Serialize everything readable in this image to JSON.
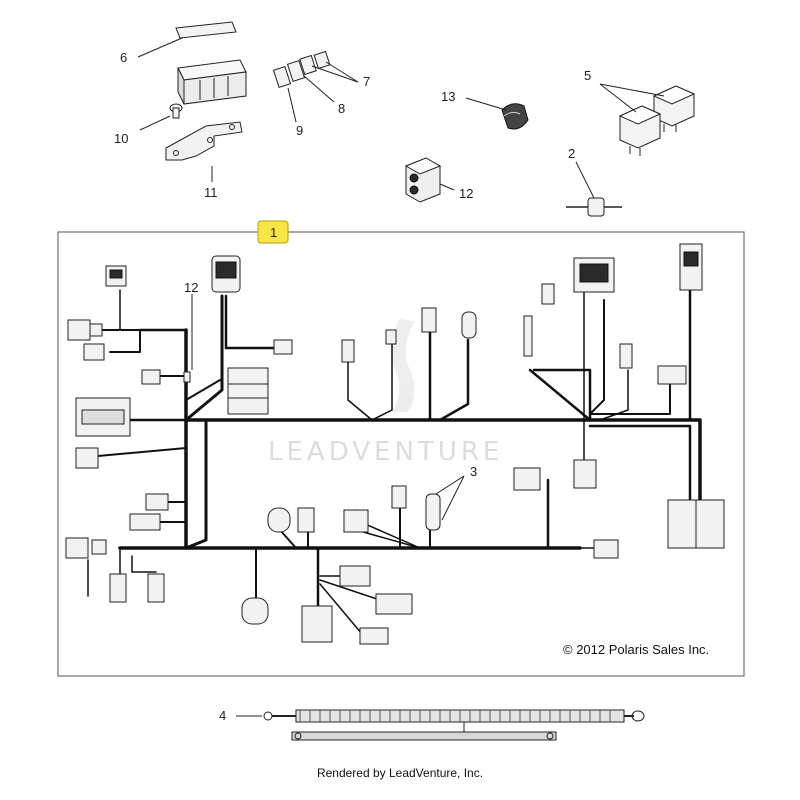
{
  "callouts": {
    "c1": "1",
    "c2": "2",
    "c3": "3",
    "c4": "4",
    "c5": "5",
    "c6": "6",
    "c7": "7",
    "c8": "8",
    "c9": "9",
    "c10": "10",
    "c11": "11",
    "c12_top": "12",
    "c12_inner": "12",
    "c13": "13"
  },
  "copyright": "© 2012 Polaris Sales Inc.",
  "watermark": "LEADVENTURE",
  "footer": "Rendered by LeadVenture, Inc.",
  "colors": {
    "highlight": "#f7e645",
    "line": "#111111"
  }
}
